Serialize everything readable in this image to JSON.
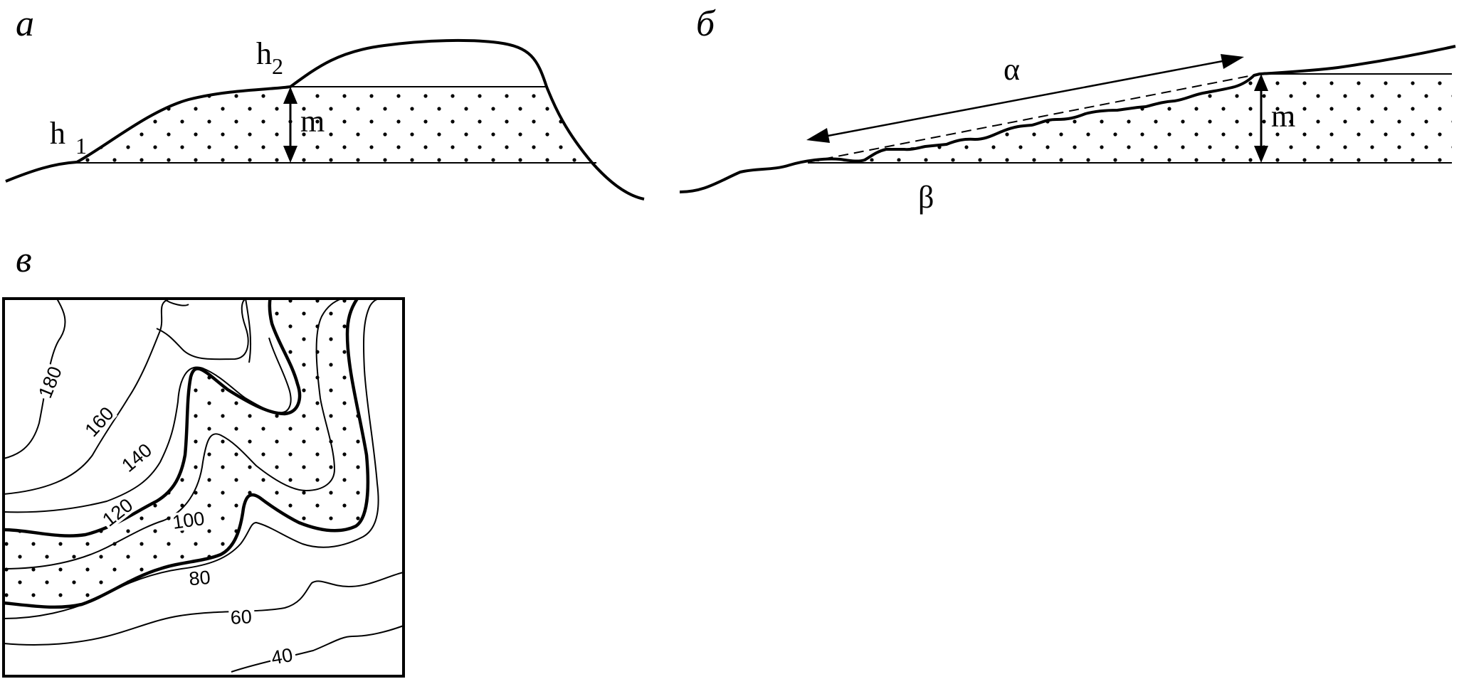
{
  "panels": {
    "a": {
      "letter": "а",
      "h1": "h",
      "h1_sub": "1",
      "h2": "h",
      "h2_sub": "2",
      "thickness": "m"
    },
    "b": {
      "letter": "б",
      "alpha": "α",
      "beta": "β",
      "thickness": "m"
    },
    "c": {
      "letter": "в",
      "contours": [
        "180",
        "160",
        "140",
        "120",
        "100",
        "80",
        "60",
        "40"
      ]
    }
  },
  "colors": {
    "ink": "#000000",
    "background": "#ffffff"
  }
}
